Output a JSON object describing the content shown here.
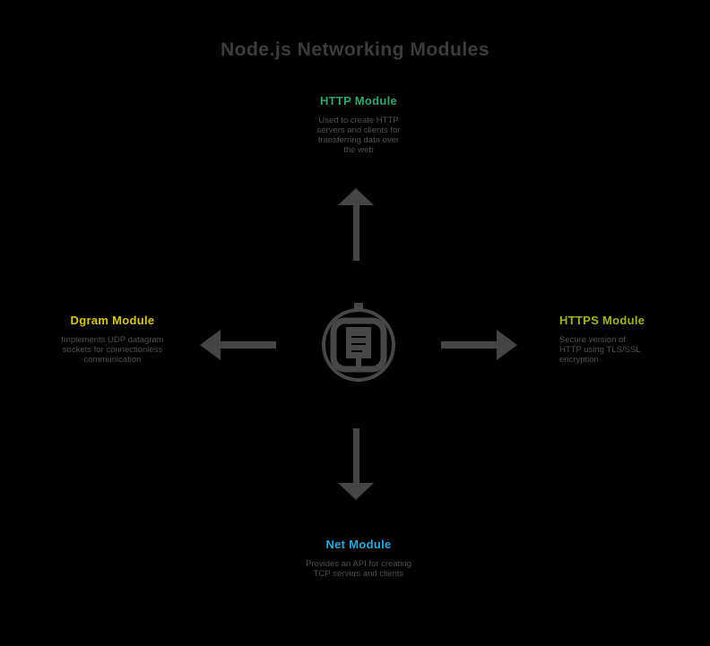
{
  "title": "Node.js Networking Modules",
  "modules": {
    "top": {
      "label": "HTTP Module",
      "description": "Used to create HTTP servers and clients for transferring data over the web",
      "color": "#34a66d"
    },
    "left": {
      "label": "Dgram Module",
      "description": "Implements UDP datagram sockets for connectionless communication",
      "color": "#d6c51d"
    },
    "right": {
      "label": "HTTPS Module",
      "description": "Secure version of HTTP using TLS/SSL encryption",
      "color": "#9cb524"
    },
    "bottom": {
      "label": "Net Module",
      "description": "Provides an API for creating TCP servers and clients",
      "color": "#2ea7dd"
    }
  },
  "center": {
    "icon": "nodejs-logo"
  },
  "colors": {
    "background": "#000000",
    "title": "#3c3c3c",
    "description": "#505052",
    "arrow": "#454545"
  }
}
